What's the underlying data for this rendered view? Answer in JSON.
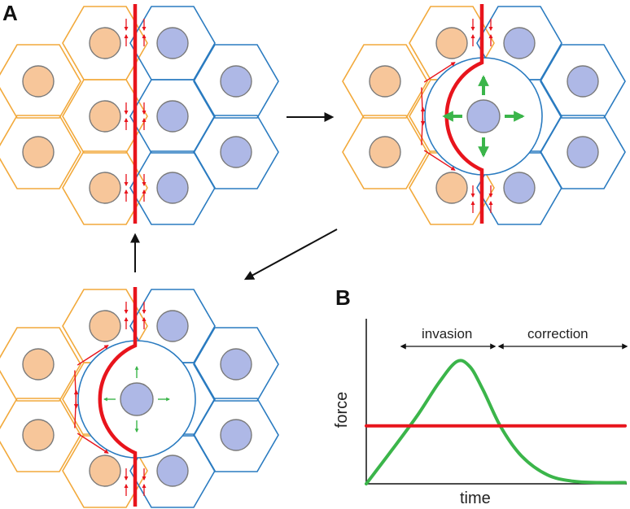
{
  "figure": {
    "panel_a_label": "A",
    "panel_b_label": "B"
  },
  "colors": {
    "orange_cell_outline": "#F2A93B",
    "orange_nucleus": "#F7C69A",
    "blue_cell_outline": "#2A7BC0",
    "blue_nucleus": "#AEB8E6",
    "nucleus_outline": "#7A7A7A",
    "interface_line": "#E8141C",
    "force_arrow": "#E8141C",
    "pressure_arrow": "#3BB54A",
    "flow_arrow": "#111111",
    "curve_green": "#3BB54A",
    "curve_red": "#E8141C"
  },
  "icons": {
    "cell": "hexagon-cell-icon",
    "nucleus": "circle-nucleus-icon",
    "tension_arrow": "red-arrow-icon",
    "pressure_arrow": "green-arrow-icon",
    "sequence_arrow": "black-arrow-icon"
  },
  "panel_b": {
    "ylabel": "force",
    "xlabel": "time",
    "phase_invasion": "invasion",
    "phase_correction": "correction"
  },
  "chart_data": {
    "type": "line",
    "title": "",
    "xlabel": "time",
    "ylabel": "force",
    "series": [
      {
        "color": "#3BB54A",
        "x": [
          0,
          0.1,
          0.2,
          0.28,
          0.35,
          0.4,
          0.45,
          0.52,
          0.6,
          0.7,
          0.8,
          0.9,
          1.0
        ],
        "values": [
          0,
          0.27,
          0.55,
          0.8,
          0.97,
          0.93,
          0.75,
          0.45,
          0.22,
          0.07,
          0.02,
          0.01,
          0.01
        ]
      },
      {
        "color": "#E8141C",
        "x": [
          0,
          1.0
        ],
        "values": [
          0.46,
          0.46
        ]
      }
    ],
    "annotations": [
      {
        "text": "invasion",
        "x_range": [
          0.14,
          0.51
        ]
      },
      {
        "text": "correction",
        "x_range": [
          0.51,
          1.0
        ]
      }
    ],
    "grid": false,
    "legend": "none"
  }
}
